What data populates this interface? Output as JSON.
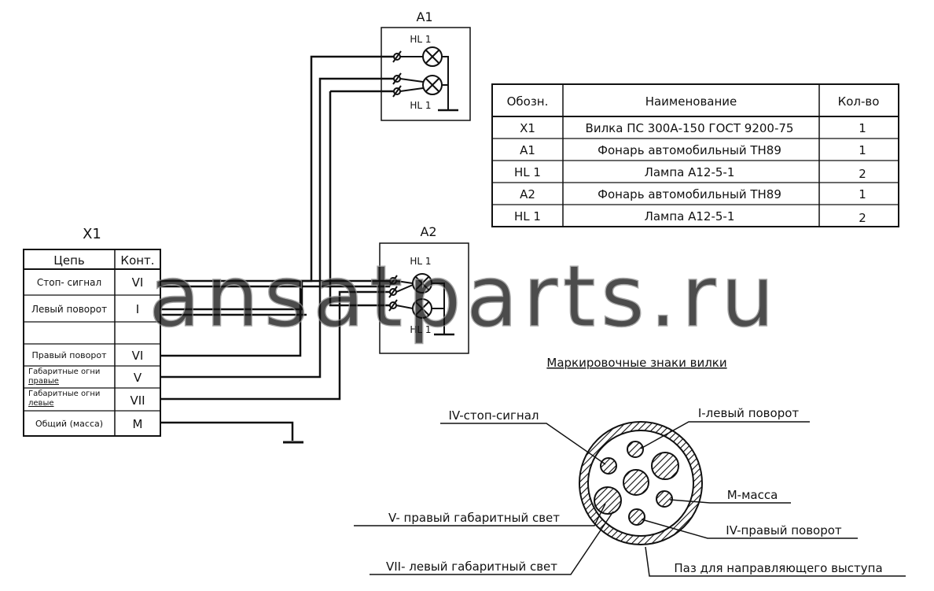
{
  "block_a1": {
    "title": "A1",
    "lamp_top": "HL 1",
    "lamp_bottom": "HL 1"
  },
  "block_a2": {
    "title": "A2",
    "lamp_top": "HL 1",
    "lamp_bottom": "HL 1"
  },
  "connector": {
    "title": "X1",
    "header": {
      "circuit": "Цепь",
      "contact": "Конт."
    },
    "rows": [
      {
        "circuit": "Стоп- сигнал",
        "contact": "VI"
      },
      {
        "circuit": "Левый поворот",
        "contact": "I"
      },
      {
        "circuit": "",
        "contact": ""
      },
      {
        "circuit": "Правый поворот",
        "contact": "VI"
      },
      {
        "circuit": "Габаритные огни правые",
        "contact": "V"
      },
      {
        "circuit": "Габаритные огни левые",
        "contact": "VII"
      },
      {
        "circuit": "Общий (масса)",
        "contact": "M"
      }
    ]
  },
  "spec_table": {
    "headers": [
      "Обозн.",
      "Наименование",
      "Кол-во"
    ],
    "rows": [
      [
        "X1",
        "Вилка ПС 300А-150 ГОСТ 9200-75",
        "1"
      ],
      [
        "A1",
        "Фонарь автомобильный ТН89",
        "1"
      ],
      [
        "HL 1",
        "Лампа А12-5-1",
        "2"
      ],
      [
        "A2",
        "Фонарь автомобильный ТН89",
        "1"
      ],
      [
        "HL 1",
        "Лампа А12-5-1",
        "2"
      ]
    ]
  },
  "plug": {
    "title": "Маркировочные знаки вилки",
    "labels": {
      "stop": "IV-стоп-сигнал",
      "left_turn": "I-левый поворот",
      "mass": "M-масса",
      "right_turn": "IV-правый поворот",
      "right_marker": "V- правый габаритный свет",
      "left_marker": "VII- левый габаритный свет",
      "key_slot": "Паз для направляющего выступа"
    }
  },
  "watermark": "ansatparts.ru"
}
